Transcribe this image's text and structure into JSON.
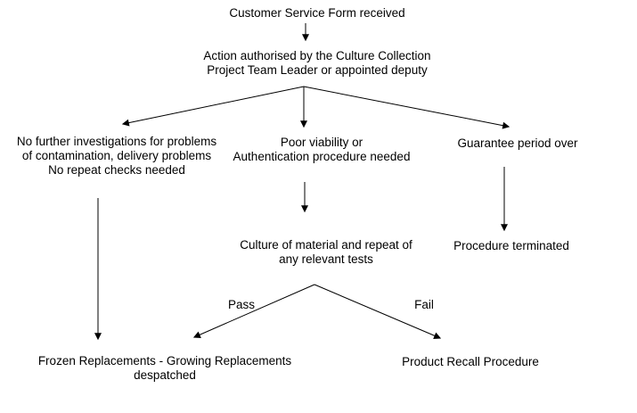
{
  "diagram": {
    "type": "flowchart",
    "colors": {
      "background": "#ffffff",
      "line": "#000000",
      "text": "#000000"
    },
    "nodes": {
      "start": {
        "lines": [
          "Customer Service Form received"
        ]
      },
      "action": {
        "lines": [
          "Action authorised by the Culture Collection",
          "Project Team Leader or appointed deputy"
        ]
      },
      "no_further": {
        "lines": [
          "No further investigations for problems",
          "of contamination, delivery problems",
          "No repeat checks needed"
        ]
      },
      "poor_viability": {
        "lines": [
          "Poor viability or",
          "Authentication procedure needed"
        ]
      },
      "guarantee": {
        "lines": [
          "Guarantee period over"
        ]
      },
      "culture": {
        "lines": [
          "Culture of material and repeat of",
          "any relevant tests"
        ]
      },
      "procedure_terminated": {
        "lines": [
          "Procedure terminated"
        ]
      },
      "frozen": {
        "lines": [
          "Frozen Replacements - Growing Replacements",
          "despatched"
        ]
      },
      "product_recall": {
        "lines": [
          "Product Recall Procedure"
        ]
      }
    },
    "edge_labels": {
      "pass": "Pass",
      "fail": "Fail"
    }
  }
}
